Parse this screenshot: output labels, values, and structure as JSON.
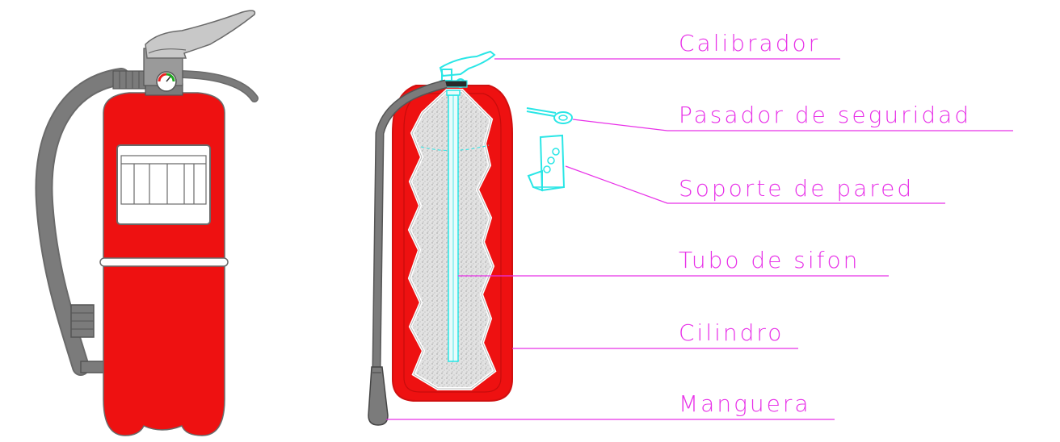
{
  "colors": {
    "body_red": "#ee1111",
    "outline": "#6a6a6a",
    "hose_gray": "#777777",
    "handle_gray": "#bdbdbd",
    "leader_magenta": "#e831e8",
    "cyan": "#2ae6e6",
    "powder_gray": "#dcdcdc"
  },
  "labels": {
    "calibrador": "Calibrador",
    "pasador": "Pasador de seguridad",
    "soporte": "Soporte de pared",
    "tubo": "Tubo de sifon",
    "cilindro": "Cilindro",
    "manguera": "Manguera"
  }
}
